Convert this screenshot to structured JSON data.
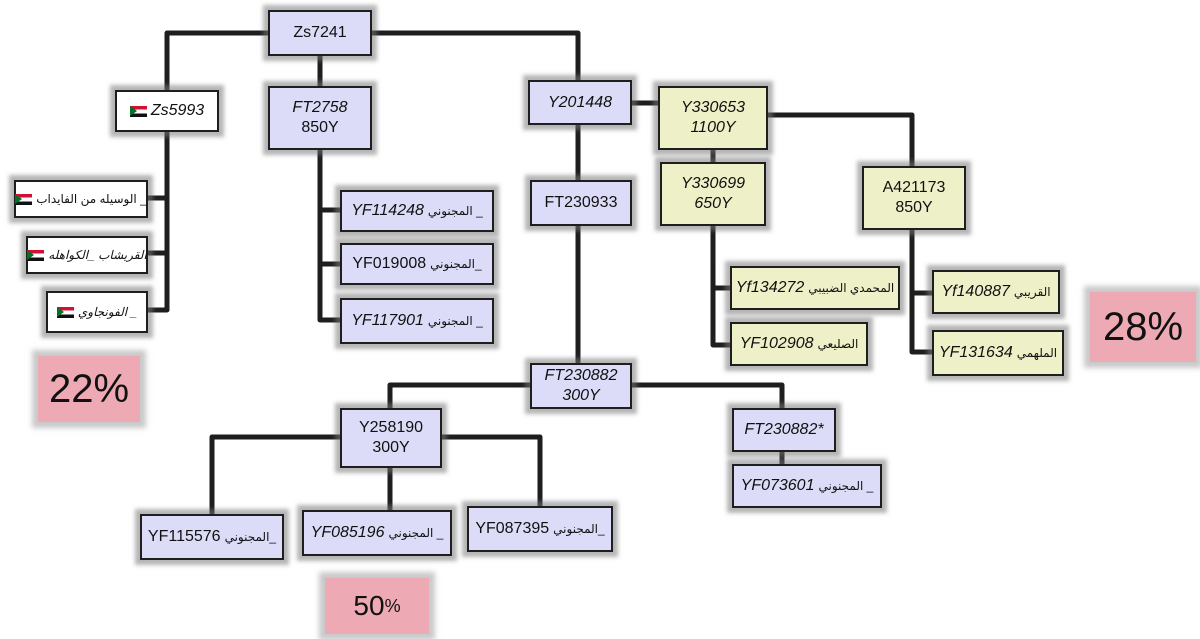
{
  "colors": {
    "blue": "#dcdcf8",
    "yellow": "#eef0c8",
    "pink": "#eeaab4",
    "line": "#1e1e1e"
  },
  "nodes": {
    "zs7241": "Zs7241",
    "zs5993": "Zs5993",
    "zs5993_tribes": [
      "الوسيله من الفايداب _",
      "القريشاب _الكواهله",
      "الفونجاوي _"
    ],
    "ft2758": {
      "code": "FT2758",
      "age": "850Y"
    },
    "ft2758_children": [
      {
        "code": "YF114248",
        "tribe": "المجنوني _"
      },
      {
        "code": "YF019008",
        "tribe": "المجنوني_"
      },
      {
        "code": "YF117901",
        "tribe": "المجنوني _"
      }
    ],
    "y201448": "Y201448",
    "ft230933": "FT230933",
    "ft230882": {
      "code": "FT230882",
      "age": "300Y"
    },
    "y258190": {
      "code": "Y258190",
      "age": "300Y"
    },
    "y258190_children": [
      {
        "code": "YF115576",
        "tribe": "المجنوني_"
      },
      {
        "code": "YF085196",
        "tribe": "المجنوني _"
      },
      {
        "code": "YF087395",
        "tribe": "المجنوني_"
      }
    ],
    "ft230882_star": "FT230882*",
    "yf073601": {
      "code": "YF073601",
      "tribe": "المجنوني _"
    },
    "y330653": {
      "code": "Y330653",
      "age": "1100Y"
    },
    "y330699": {
      "code": "Y330699",
      "age": "650Y"
    },
    "y330699_children": [
      {
        "code": "Yf134272",
        "tribe": "المحمدي الضبيبي"
      },
      {
        "code": "YF102908",
        "tribe": "الصليعي"
      }
    ],
    "a421173": {
      "code": "A421173",
      "age": "850Y"
    },
    "a421173_children": [
      {
        "code": "Yf140887",
        "tribe": "القريبي"
      },
      {
        "code": "YF131634",
        "tribe": "الملهمي"
      }
    ]
  },
  "percentages": {
    "left": "22%",
    "right": "28%",
    "bottom": "50",
    "bottom_sign": "%"
  }
}
